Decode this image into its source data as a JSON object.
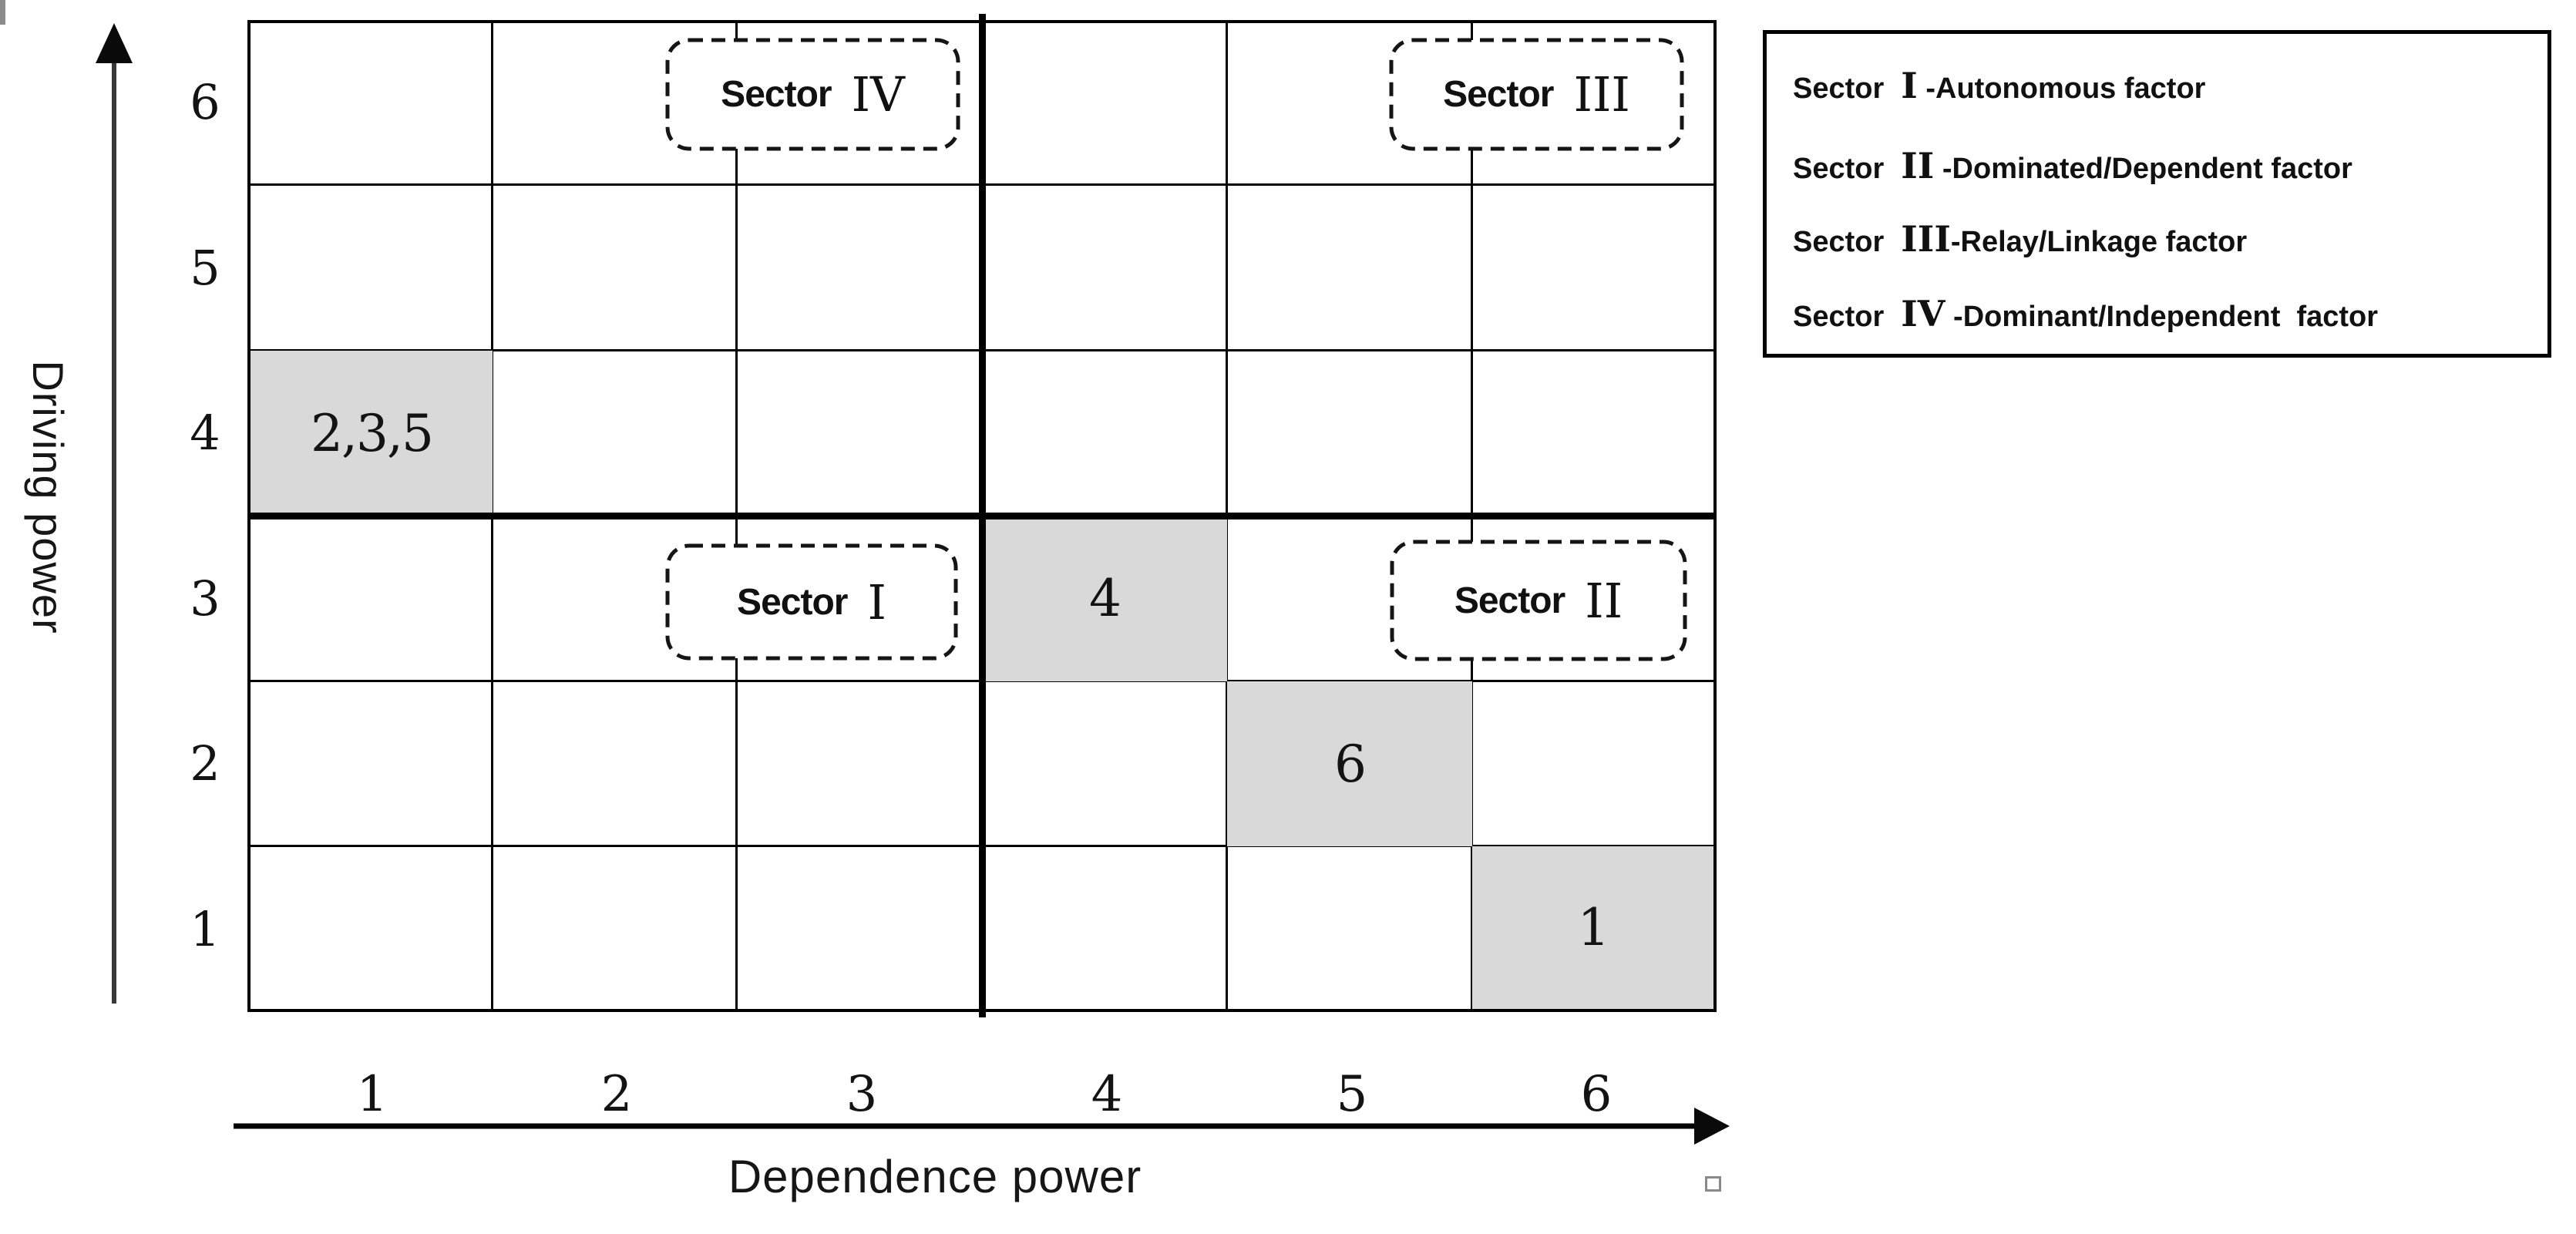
{
  "axes": {
    "y": {
      "title": "Driving power",
      "ticks": [
        "6",
        "5",
        "4",
        "3",
        "2",
        "1"
      ]
    },
    "x": {
      "title": "Dependence power",
      "ticks": [
        "1",
        "2",
        "3",
        "4",
        "5",
        "6"
      ]
    }
  },
  "sector_boxes": [
    {
      "prefix": "Sector",
      "numeral": "IV"
    },
    {
      "prefix": "Sector",
      "numeral": "III"
    },
    {
      "prefix": "Sector",
      "numeral": "I"
    },
    {
      "prefix": "Sector",
      "numeral": "II"
    }
  ],
  "legend": {
    "items": [
      {
        "prefix": "Sector",
        "numeral": "I",
        "text": " -Autonomous factor"
      },
      {
        "prefix": "Sector",
        "numeral": "II",
        "text": " -Dominated/Dependent factor"
      },
      {
        "prefix": "Sector",
        "numeral": "III",
        "text": "-Relay/Linkage factor"
      },
      {
        "prefix": "Sector",
        "numeral": "IV",
        "text": " -Dominant/Independent  factor"
      }
    ]
  },
  "chart_data": {
    "type": "heatmap",
    "title": "",
    "xlabel": "Dependence power",
    "ylabel": "Driving power",
    "x_ticks": [
      1,
      2,
      3,
      4,
      5,
      6
    ],
    "y_ticks": [
      1,
      2,
      3,
      4,
      5,
      6
    ],
    "xlim": [
      0.5,
      6.5
    ],
    "ylim": [
      0.5,
      6.5
    ],
    "grid": true,
    "quadrant_dividers": {
      "x": 3.5,
      "y": 3.5
    },
    "cell_fill_color": "#d9d9d9",
    "points": [
      {
        "label": "2,3,5",
        "factors": [
          2,
          3,
          5
        ],
        "dependence_power": 1,
        "driving_power": 4
      },
      {
        "label": "4",
        "factors": [
          4
        ],
        "dependence_power": 4,
        "driving_power": 3
      },
      {
        "label": "6",
        "factors": [
          6
        ],
        "dependence_power": 5,
        "driving_power": 2
      },
      {
        "label": "1",
        "factors": [
          1
        ],
        "dependence_power": 6,
        "driving_power": 1
      }
    ],
    "sectors": [
      {
        "name": "Sector IV",
        "meaning": "Dominant/Independent factor",
        "position": "top-left"
      },
      {
        "name": "Sector III",
        "meaning": "Relay/Linkage factor",
        "position": "top-right"
      },
      {
        "name": "Sector I",
        "meaning": "Autonomous factor",
        "position": "bottom-left"
      },
      {
        "name": "Sector II",
        "meaning": "Dominated/Dependent factor",
        "position": "bottom-right"
      }
    ]
  }
}
